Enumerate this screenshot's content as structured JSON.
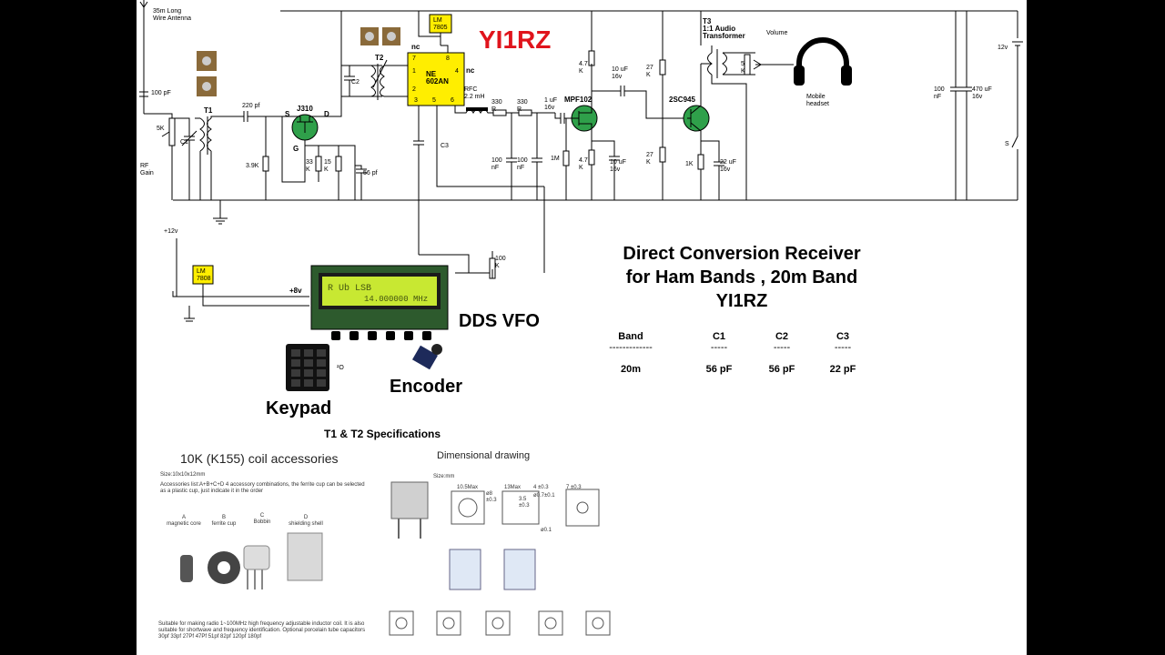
{
  "callsign": "YI1RZ",
  "accent_red": "#e0141c",
  "chip_yellow": "#ffee00",
  "lcd_green": "#c8e832",
  "title": {
    "line1": "Direct Conversion Receiver",
    "line2": "for Ham Bands , 20m Band",
    "line3": "YI1RZ"
  },
  "table": {
    "headers": [
      "Band",
      "C1",
      "C2",
      "C3"
    ],
    "dashes": [
      "-------------",
      "-----",
      "-----",
      "-----"
    ],
    "row": [
      "20m",
      "56 pF",
      "56 pF",
      "22 pF"
    ]
  },
  "module_labels": {
    "dds": "DDS VFO",
    "encoder": "Encoder",
    "keypad": "Keypad",
    "specs": "T1 & T2 Specifications"
  },
  "lcd": {
    "line1": "R Ub  LSB",
    "line2": "14.000000 MHz"
  },
  "components": {
    "antenna": "35m Long\nWire Antenna",
    "c_100pf": "100 pF",
    "rf_gain_pot": "5K",
    "c1": "C1",
    "rf_gain": "RF\nGain",
    "t1": "T1",
    "c_220pf": "220 pf",
    "j310": "J310",
    "s": "S",
    "d": "D",
    "g": "G",
    "r39k": "3.9K",
    "r33k": "33\nK",
    "r15k": "15\nK",
    "c_56pf": "56 pf",
    "c2": "C2",
    "t2": "T2",
    "lm7805": "LM\n7805",
    "ne602": "NE\n602AN",
    "nc1": "nc",
    "nc2": "nc",
    "pin7": "7",
    "pin8": "8",
    "pin1": "1",
    "pin2": "2",
    "pin4": "4",
    "pin3": "3",
    "pin5": "5",
    "pin6": "6",
    "c3": "C3",
    "rfc": "RFC\n2.2 mH",
    "r330a": "330\nR",
    "r330b": "330\nR",
    "c100nf_a": "100\nnF",
    "c100nf_b": "100\nnF",
    "c1uf": "1 uF\n16v",
    "mpf102": "MPF102",
    "r47k_a": "4.7\nK",
    "r47k_b": "4.7\nK",
    "r1m": "1M",
    "c10uf_a": "10 uF\n16v",
    "c10uf_b": "10 uF\n16v",
    "r27k_a": "27\nK",
    "r27k_b": "27\nK",
    "q2sc945": "2SC945",
    "r1k": "1K",
    "c22uf": "22 uF\n16v",
    "t3": "T3\n1:1 Audio\nTransformer",
    "volume": "Volume",
    "vol_pot": "5\nK",
    "headset": "Mobile\nheadset",
    "c100nf_c": "100\nnF",
    "c470uf": "470 uF\n16v",
    "supply": "12v",
    "switch": "S",
    "plus12v": "+12v",
    "lm7808": "LM\n7808",
    "plus8v": "+8v",
    "pot100k": "100\nK",
    "ground_mark": "²O"
  },
  "datasheet": {
    "heading": "10K (K155) coil accessories",
    "size": "Size:10x10x12mm",
    "accessories": "Accessories list:A+B+C+D 4 accessory combinations, the ferrite cup can be selected as a plastic cup, just indicate it in the order",
    "parts": [
      "A\nmagnetic core",
      "B\nferrite cup",
      "C\nBobbin",
      "D\nshielding shell"
    ],
    "footer": "Suitable for making radio 1~100MHz high frequency adjustable inductor coil. It is also suitable for shortwave and frequency identification. Optional porcelain tube capacitors 30pf 33pf 27Pf 47Pf 51pf 82pf 120pf 180pf",
    "dim_title": "Dimensional drawing",
    "dim_size": "Size:mm",
    "dim_a": "10.5Max",
    "dim_b": "13Max",
    "dim_c": "4 ±0.3",
    "dim_d": "7 ±0.3",
    "dim_e": "ø8\n±0.3",
    "dim_f": "ø0.7±0.1",
    "dim_g": "3.5\n±0.3",
    "dim_h": "ø0.1"
  }
}
